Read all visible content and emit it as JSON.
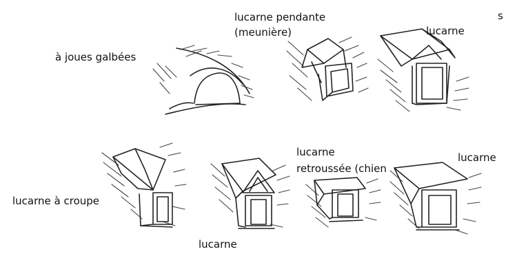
{
  "header": {
    "fragment": "s :"
  },
  "labels": {
    "joues_galbees": "à joues galbées",
    "pendante_line1": "lucarne pendante",
    "pendante_line2": "(meunière)",
    "lucarne_top_right": "lucarne",
    "croupe": "lucarne à croupe",
    "retroussee_line1": "lucarne",
    "retroussee_line2": "retroussée (chien",
    "lucarne_bottom_right": "lucarne",
    "lucarne_bottom_center": "lucarne"
  }
}
